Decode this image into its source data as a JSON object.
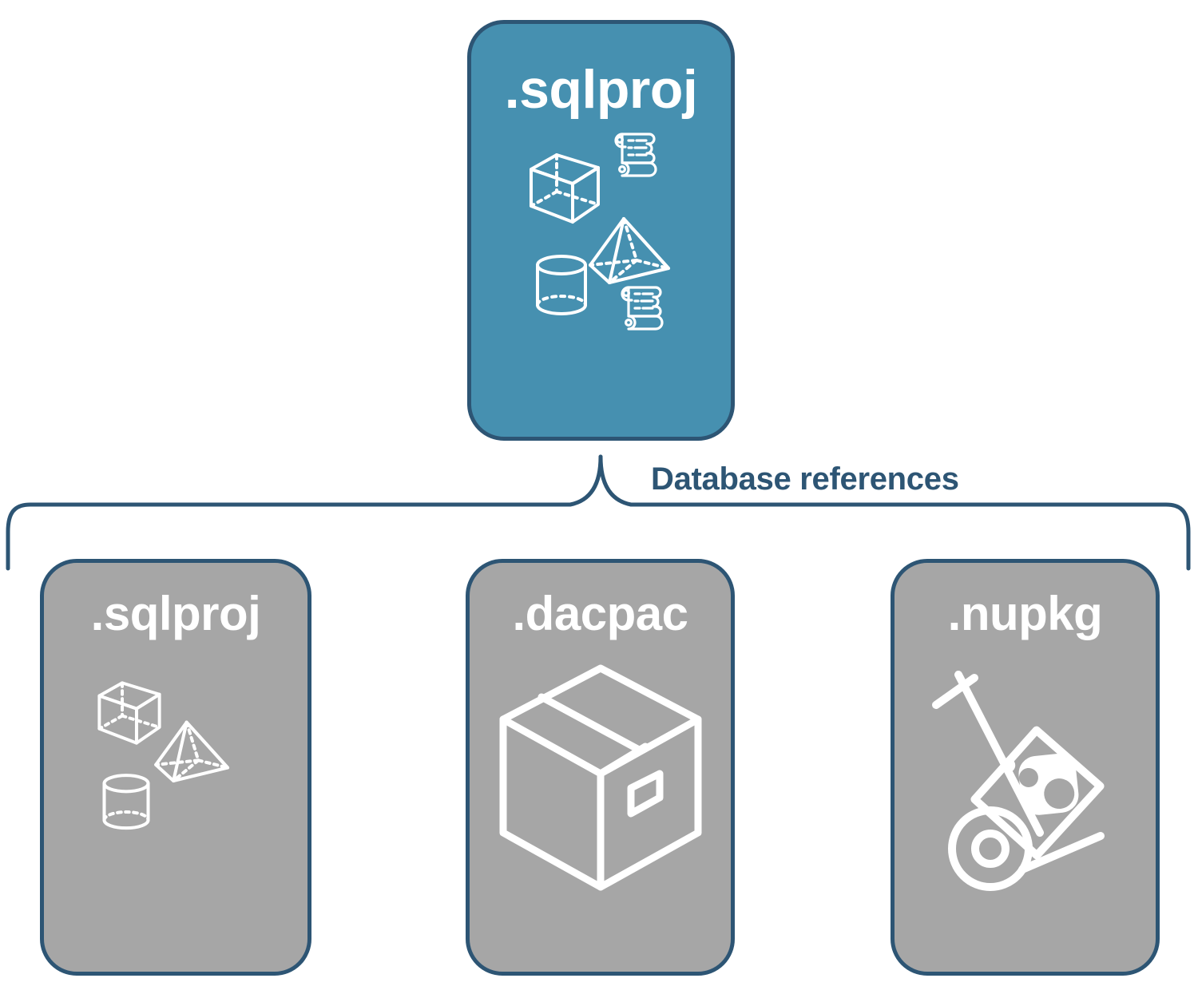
{
  "diagram": {
    "title_text": "Database references",
    "colors": {
      "primary_fill": "#4690b0",
      "secondary_fill": "#a6a6a6",
      "border": "#2d5574",
      "label_text": "#2d5574",
      "icon_stroke": "#ffffff",
      "background": "#ffffff"
    }
  },
  "root": {
    "label": ".sqlproj",
    "icons": [
      "cube-icon",
      "pyramid-icon",
      "cylinder-icon",
      "scroll-icon",
      "scroll-icon"
    ]
  },
  "connector": {
    "label": "Database references",
    "type": "brace-bracket"
  },
  "references": [
    {
      "id": "sqlproj",
      "label": ".sqlproj",
      "icons": [
        "cube-icon",
        "pyramid-icon",
        "cylinder-icon"
      ]
    },
    {
      "id": "dacpac",
      "label": ".dacpac",
      "icons": [
        "package-box-icon"
      ]
    },
    {
      "id": "nupkg",
      "label": ".nupkg",
      "icons": [
        "hand-truck-icon"
      ]
    }
  ]
}
